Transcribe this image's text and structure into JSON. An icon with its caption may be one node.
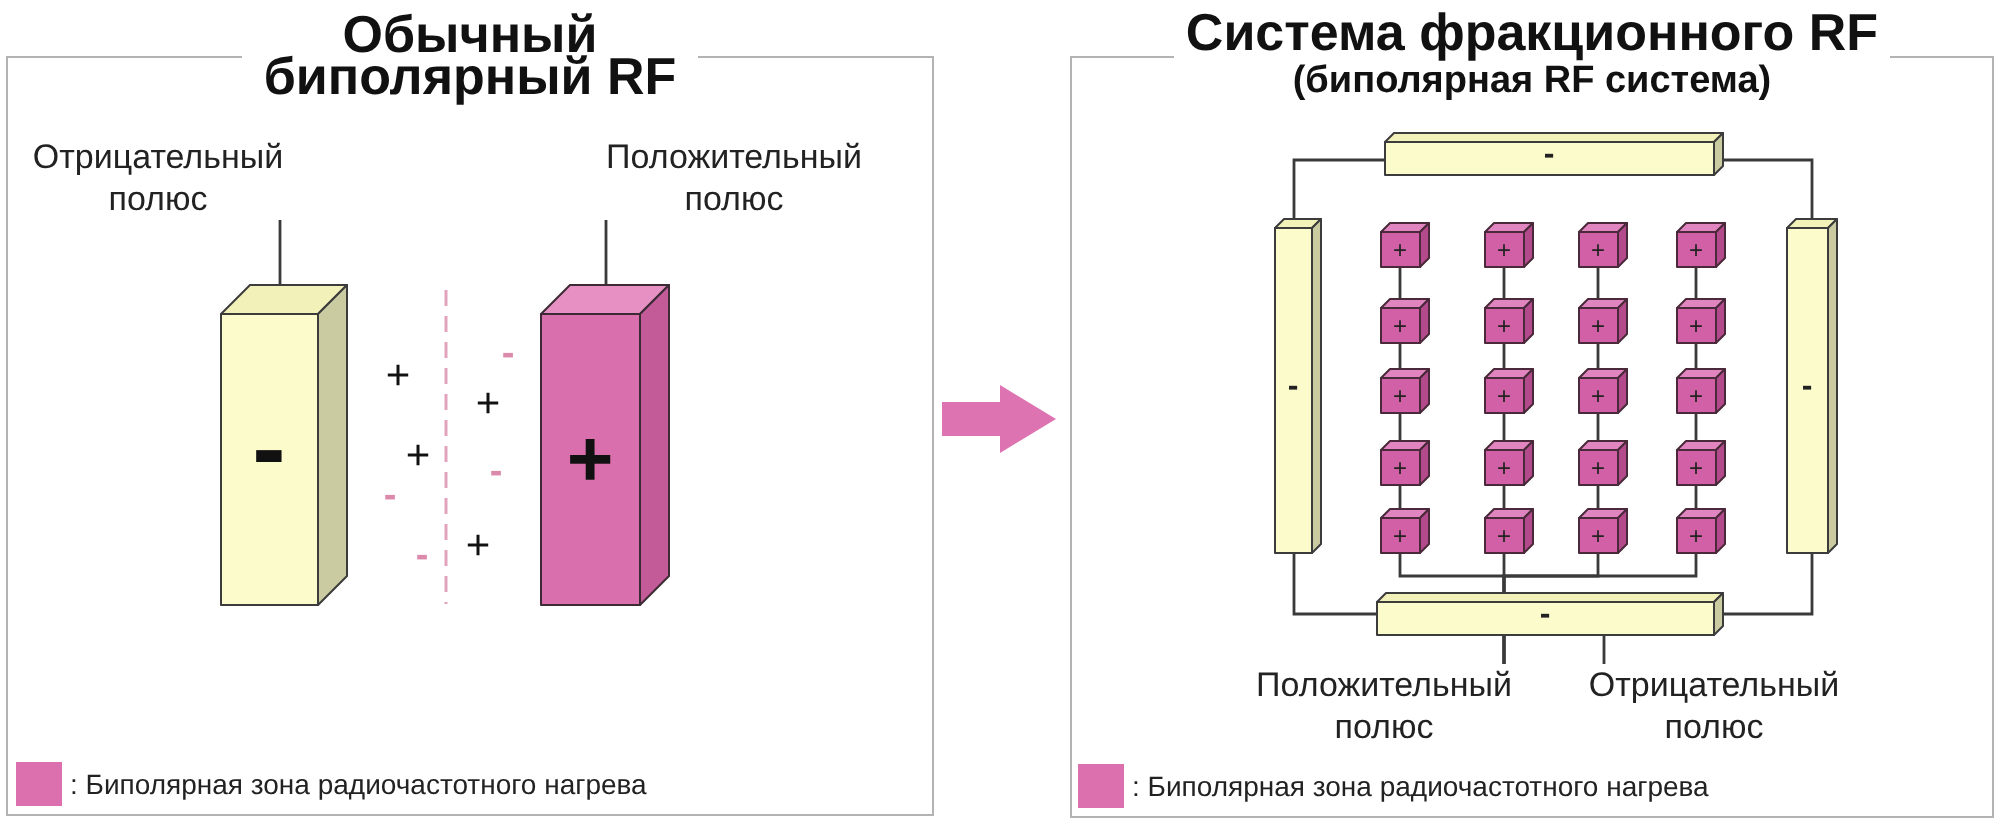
{
  "diagram": {
    "nodes": [
      {
        "text": [
          "Обычный биполярный RF"
        ]
      },
      {
        "text": [
          "Отрицательный полюс"
        ],
        "in": 0
      },
      {
        "text": [
          "Положительный полюс"
        ],
        "in": 0
      },
      {
        "text": [
          "-"
        ],
        "in": 0
      },
      {
        "text": [
          "+"
        ],
        "in": 0
      },
      {
        "text": [
          "Система фракционного RF",
          "(биполярная RF система)"
        ]
      },
      {
        "text": [
          "-"
        ],
        "in": 5
      },
      {
        "text": [
          "-"
        ],
        "in": 5
      },
      {
        "text": [
          "-"
        ],
        "in": 5
      },
      {
        "text": [
          "+"
        ],
        "in": 5
      },
      {
        "text": [
          "+"
        ],
        "in": 5
      },
      {
        "text": [
          "+"
        ],
        "in": 5
      },
      {
        "text": [
          "+"
        ],
        "in": 5
      },
      {
        "text": [
          "+"
        ],
        "in": 5
      },
      {
        "text": [
          "+"
        ],
        "in": 5
      },
      {
        "text": [
          "+"
        ],
        "in": 5
      },
      {
        "text": [
          "+"
        ],
        "in": 5
      },
      {
        "text": [
          "+"
        ],
        "in": 5
      },
      {
        "text": [
          "+"
        ],
        "in": 5
      },
      {
        "text": [
          "+"
        ],
        "in": 5
      },
      {
        "text": [
          "+"
        ],
        "in": 5
      },
      {
        "text": [
          "+"
        ],
        "in": 5
      },
      {
        "text": [
          "+"
        ],
        "in": 5
      },
      {
        "text": [
          "+"
        ],
        "in": 5
      },
      {
        "text": [
          "+"
        ],
        "in": 5
      },
      {
        "text": [
          "+"
        ],
        "in": 5
      },
      {
        "text": [
          "+"
        ],
        "in": 5
      },
      {
        "text": [
          "+"
        ],
        "in": 5
      },
      {
        "text": [
          "+"
        ],
        "in": 5
      },
      {
        "text": [
          "-"
        ],
        "in": 5
      },
      {
        "text": [
          "Положительный полюс"
        ],
        "in": 5
      },
      {
        "text": [
          "Отрицательный полюс"
        ],
        "in": 5
      }
    ],
    "edges": [
      {
        "from": 0,
        "to": 5,
        "arrow": "to",
        "style": "thick",
        "color": "#de73b1"
      },
      {
        "from": 1,
        "to": 3,
        "arrow": "none"
      },
      {
        "from": 2,
        "to": 4,
        "arrow": "none"
      },
      {
        "from": 6,
        "to": 7,
        "arrow": "none"
      },
      {
        "from": 6,
        "to": 8,
        "arrow": "none"
      },
      {
        "from": 7,
        "to": 29,
        "arrow": "none"
      },
      {
        "from": 8,
        "to": 29,
        "arrow": "none"
      },
      {
        "from": 9,
        "to": 13,
        "arrow": "none"
      },
      {
        "from": 13,
        "to": 17,
        "arrow": "none"
      },
      {
        "from": 17,
        "to": 21,
        "arrow": "none"
      },
      {
        "from": 21,
        "to": 25,
        "arrow": "none"
      },
      {
        "from": 10,
        "to": 14,
        "arrow": "none"
      },
      {
        "from": 14,
        "to": 18,
        "arrow": "none"
      },
      {
        "from": 18,
        "to": 22,
        "arrow": "none"
      },
      {
        "from": 22,
        "to": 26,
        "arrow": "none"
      },
      {
        "from": 11,
        "to": 15,
        "arrow": "none"
      },
      {
        "from": 15,
        "to": 19,
        "arrow": "none"
      },
      {
        "from": 19,
        "to": 23,
        "arrow": "none"
      },
      {
        "from": 23,
        "to": 27,
        "arrow": "none"
      },
      {
        "from": 12,
        "to": 16,
        "arrow": "none"
      },
      {
        "from": 16,
        "to": 20,
        "arrow": "none"
      },
      {
        "from": 20,
        "to": 24,
        "arrow": "none"
      },
      {
        "from": 24,
        "to": 28,
        "arrow": "none"
      },
      {
        "from": 25,
        "to": 30,
        "arrow": "none"
      },
      {
        "from": 26,
        "to": 30,
        "arrow": "none"
      },
      {
        "from": 27,
        "to": 30,
        "arrow": "none"
      },
      {
        "from": 28,
        "to": 30,
        "arrow": "none"
      },
      {
        "from": 31,
        "to": 29,
        "arrow": "none"
      }
    ],
    "labels": [
      "-",
      "+",
      "+",
      "+",
      "-",
      "-",
      "+",
      "-"
    ],
    "legend": [
      {
        "text": ": Биполярная зона радиочастотного нагрева",
        "color": "#dc6fae"
      },
      {
        "text": ": Биполярная зона радиочастотного нагрева",
        "color": "#dc6fae"
      }
    ]
  }
}
